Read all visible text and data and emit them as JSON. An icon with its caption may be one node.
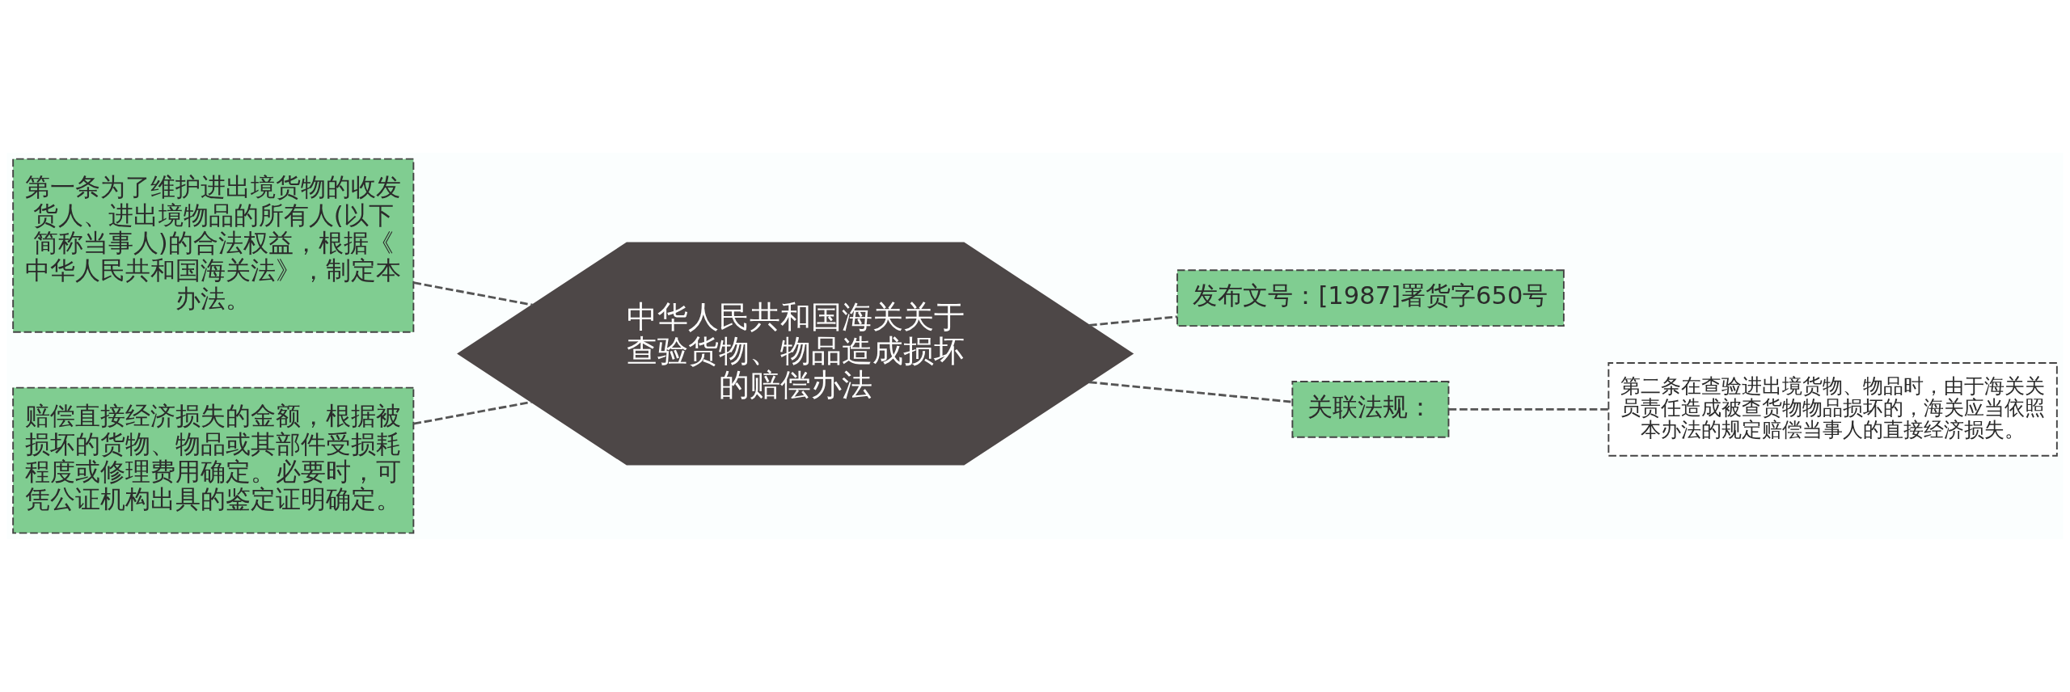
{
  "diagram": {
    "nodes": [
      {
        "text": [
          "中华人民共和国海关关于查验货物、物品造成损坏的赔偿办法"
        ]
      },
      {
        "text": [
          "第一条为了维护进出境货物的收发货人、进出境物品的所有人(以下简称当事人)的合法权益，根据《中华人民共和国海关法》，制定本办法。"
        ]
      },
      {
        "text": [
          "赔偿直接经济损失的金额，根据被损坏的货物、物品或其部件受损耗程度或修理费用确定。必要时，可凭公证机构出具的鉴定证明确定。"
        ]
      },
      {
        "text": [
          "发布文号：[1987]署货字650号"
        ]
      },
      {
        "text": [
          "关联法规："
        ]
      },
      {
        "text": [
          "第二条在查验进出境货物、物品时，由于海关关员责任造成被查货物物品损坏的，海关应当依照本办法的规定赔偿当事人的直接经济损失。"
        ]
      }
    ],
    "edges": [
      {
        "from": 1,
        "to": 0,
        "arrow": "none",
        "style": "dashed"
      },
      {
        "from": 2,
        "to": 0,
        "arrow": "none",
        "style": "dashed"
      },
      {
        "from": 0,
        "to": 3,
        "arrow": "none",
        "style": "dashed"
      },
      {
        "from": 0,
        "to": 4,
        "arrow": "none",
        "style": "dashed"
      },
      {
        "from": 4,
        "to": 5,
        "arrow": "none",
        "style": "dashed"
      }
    ]
  }
}
